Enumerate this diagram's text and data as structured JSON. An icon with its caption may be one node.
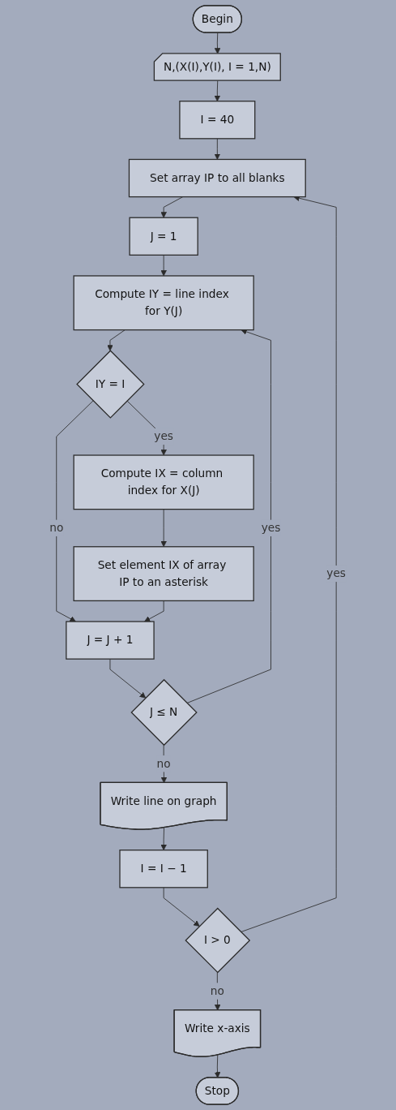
{
  "diagram": {
    "nodes": [
      {
        "text": [
          "Begin"
        ]
      },
      {
        "text": [
          "N,(X(I),Y(I), I = 1,N)"
        ]
      },
      {
        "text": [
          "I = 40"
        ]
      },
      {
        "text": [
          "Set array IP to all blanks"
        ]
      },
      {
        "text": [
          "J = 1"
        ]
      },
      {
        "text": [
          "Compute IY = line index for Y(J)"
        ]
      },
      {
        "text": [
          "IY = I"
        ]
      },
      {
        "text": [
          "Compute IX = column index for X(J)"
        ]
      },
      {
        "text": [
          "Set element IX of array IP to an asterisk"
        ]
      },
      {
        "text": [
          "J = J + 1"
        ]
      },
      {
        "text": [
          "J ≤ N"
        ]
      },
      {
        "text": [
          "Write line on graph"
        ]
      },
      {
        "text": [
          "I = I − 1"
        ]
      },
      {
        "text": [
          "I > 0"
        ]
      },
      {
        "text": [
          "Write x-axis"
        ]
      },
      {
        "text": [
          "Stop"
        ]
      }
    ],
    "edges": [
      {
        "from": 0,
        "to": 1,
        "arrow": "to"
      },
      {
        "from": 1,
        "to": 2,
        "arrow": "to"
      },
      {
        "from": 2,
        "to": 3,
        "arrow": "to"
      },
      {
        "from": 3,
        "to": 4,
        "arrow": "to"
      },
      {
        "from": 4,
        "to": 5,
        "arrow": "to"
      },
      {
        "from": 5,
        "to": 6,
        "arrow": "to"
      },
      {
        "from": 6,
        "to": 7,
        "arrow": "to",
        "label": "yes"
      },
      {
        "from": 7,
        "to": 8,
        "arrow": "to"
      },
      {
        "from": 6,
        "to": 9,
        "arrow": "to",
        "label": "no"
      },
      {
        "from": 8,
        "to": 9,
        "arrow": "to"
      },
      {
        "from": 9,
        "to": 10,
        "arrow": "to"
      },
      {
        "from": 10,
        "to": 5,
        "arrow": "to",
        "label": "yes"
      },
      {
        "from": 10,
        "to": 11,
        "arrow": "to",
        "label": "no"
      },
      {
        "from": 11,
        "to": 12,
        "arrow": "to"
      },
      {
        "from": 12,
        "to": 13,
        "arrow": "to"
      },
      {
        "from": 13,
        "to": 3,
        "arrow": "to",
        "label": "yes"
      },
      {
        "from": 13,
        "to": 14,
        "arrow": "to",
        "label": "no"
      },
      {
        "from": 14,
        "to": 15,
        "arrow": "to"
      }
    ]
  }
}
